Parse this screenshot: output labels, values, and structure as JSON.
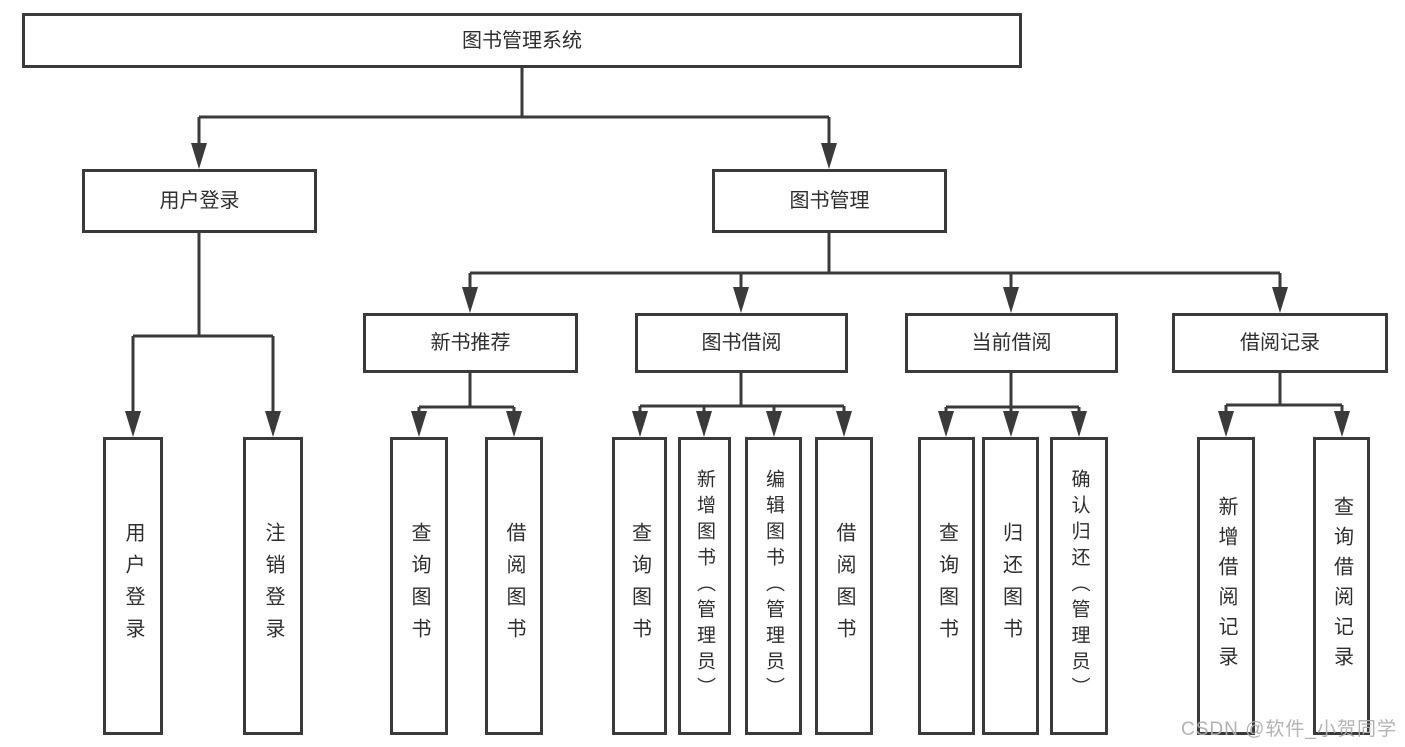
{
  "diagram": {
    "title": "图书管理系统",
    "watermark": "CSDN @软件_小贺同学",
    "colors": {
      "line": "#3a3a3a",
      "text": "#2e2e2e",
      "background": "#ffffff",
      "watermark": "#afafaf"
    },
    "nodes": {
      "root": {
        "label": "图书管理系统"
      },
      "login": {
        "label": "用户登录"
      },
      "mgmt": {
        "label": "图书管理"
      },
      "login_user": {
        "label": "用户登录"
      },
      "login_out": {
        "label": "注销登录"
      },
      "rec": {
        "label": "新书推荐"
      },
      "borrow": {
        "label": "图书借阅"
      },
      "current": {
        "label": "当前借阅"
      },
      "records": {
        "label": "借阅记录"
      },
      "rec_query": {
        "label": "查询图书"
      },
      "rec_borrow": {
        "label": "借阅图书"
      },
      "bor_query": {
        "label": "查询图书"
      },
      "bor_add": {
        "label": "新增图书（管理员）"
      },
      "bor_edit": {
        "label": "编辑图书（管理员）"
      },
      "bor_borrow": {
        "label": "借阅图书"
      },
      "cur_query": {
        "label": "查询图书"
      },
      "cur_return": {
        "label": "归还图书"
      },
      "cur_confirm": {
        "label": "确认归还（管理员）"
      },
      "recs_add": {
        "label": "新增借阅记录"
      },
      "recs_query": {
        "label": "查询借阅记录"
      }
    },
    "hierarchy": [
      {
        "parent": "图书管理系统",
        "children": [
          "用户登录",
          "图书管理"
        ]
      },
      {
        "parent": "用户登录",
        "children": [
          "用户登录",
          "注销登录"
        ]
      },
      {
        "parent": "图书管理",
        "children": [
          "新书推荐",
          "图书借阅",
          "当前借阅",
          "借阅记录"
        ]
      },
      {
        "parent": "新书推荐",
        "children": [
          "查询图书",
          "借阅图书"
        ]
      },
      {
        "parent": "图书借阅",
        "children": [
          "查询图书",
          "新增图书（管理员）",
          "编辑图书（管理员）",
          "借阅图书"
        ]
      },
      {
        "parent": "当前借阅",
        "children": [
          "查询图书",
          "归还图书",
          "确认归还（管理员）"
        ]
      },
      {
        "parent": "借阅记录",
        "children": [
          "新增借阅记录",
          "查询借阅记录"
        ]
      }
    ]
  }
}
